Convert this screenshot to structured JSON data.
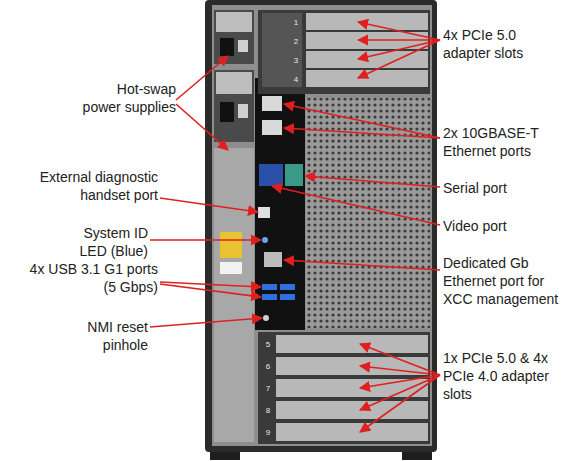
{
  "diagram": {
    "labels": [
      "Hot-swap power supplies",
      "External diagnostic handset port",
      "System ID LED (Blue)",
      "4x USB 3.1 G1 ports (5 Gbps)",
      "NMI reset pinhole",
      "4x PCIe 5.0 adapter slots",
      "2x 10GBASE-T Ethernet ports",
      "Serial port",
      "Video port",
      "Dedicated Gb Ethernet port for XCC management",
      "1x PCIe 5.0 & 4x PCIe 4.0 adapter slots",
      "1",
      "2",
      "3",
      "4",
      "5",
      "6",
      "7",
      "8",
      "9"
    ]
  }
}
